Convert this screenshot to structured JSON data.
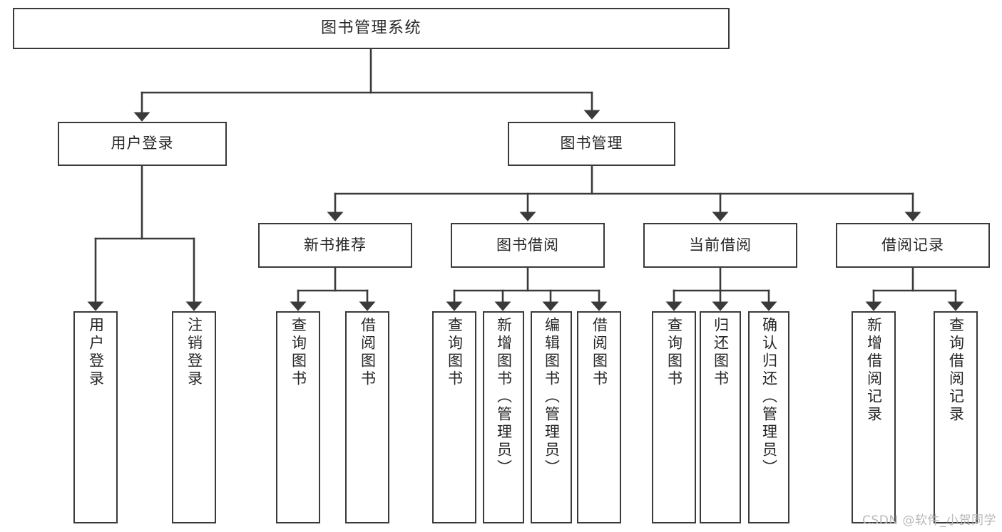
{
  "diagram": {
    "title": "图书管理系统",
    "type": "tree",
    "orientation": "top-down",
    "stroke_color": "#3a3a3a",
    "fill_color": "#ffffff",
    "text_color": "#262626",
    "root": {
      "label": "图书管理系统"
    },
    "level2": [
      {
        "label": "用户登录"
      },
      {
        "label": "图书管理"
      }
    ],
    "level3": [
      {
        "label": "新书推荐"
      },
      {
        "label": "图书借阅"
      },
      {
        "label": "当前借阅"
      },
      {
        "label": "借阅记录"
      }
    ],
    "leaves": {
      "user_login": [
        {
          "label": "用户登录"
        },
        {
          "label": "注销登录"
        }
      ],
      "new_book_recommend": [
        {
          "label": "查询图书"
        },
        {
          "label": "借阅图书"
        }
      ],
      "book_borrow": [
        {
          "label": "查询图书"
        },
        {
          "label": "新增图书（管理员）"
        },
        {
          "label": "编辑图书（管理员）"
        },
        {
          "label": "借阅图书"
        }
      ],
      "current_borrow": [
        {
          "label": "查询图书"
        },
        {
          "label": "归还图书"
        },
        {
          "label": "确认归还（管理员）"
        }
      ],
      "borrow_record": [
        {
          "label": "新增借阅记录"
        },
        {
          "label": "查询借阅记录"
        }
      ]
    }
  },
  "watermark": {
    "text": "CSDN @软件_小贺同学"
  }
}
